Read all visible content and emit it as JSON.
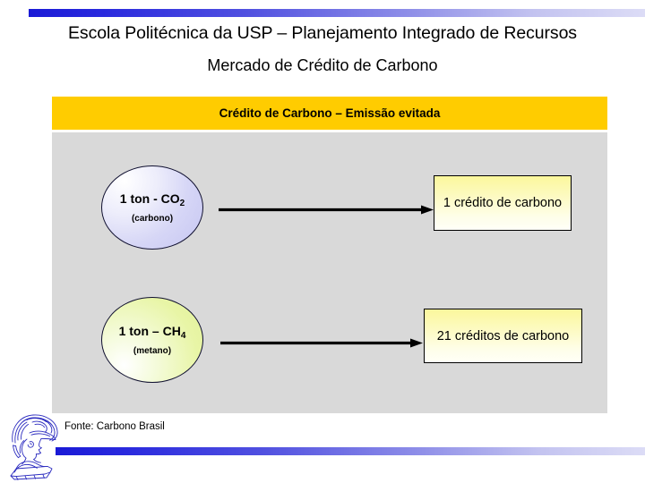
{
  "slide": {
    "title": "Escola Politécnica da USP – Planejamento Integrado de Recursos",
    "subtitle": "Mercado de Crédito de Carbono"
  },
  "diagram": {
    "band_label": "Crédito de Carbono – Emissão evitada",
    "nodes": [
      {
        "id": "co2",
        "amount": "1 ton - CO",
        "formula_sub": "2",
        "note": "(carbono)",
        "fill": "#ccccf2",
        "outline": "#101030"
      },
      {
        "id": "ch4",
        "amount": "1 ton – CH",
        "formula_sub": "4",
        "note": "(metano)",
        "fill": "#e8f5a6",
        "outline": "#101030"
      }
    ],
    "arrows": [
      {
        "id": "co2-to-credit",
        "direction": "right",
        "color": "#000000"
      },
      {
        "id": "ch4-to-credits",
        "direction": "right",
        "color": "#000000"
      }
    ],
    "credits": [
      {
        "id": "credit-1",
        "label": "1 crédito de carbono",
        "fill_top": "#fbf79c",
        "fill_bottom": "#fffff8"
      },
      {
        "id": "credit-2",
        "label": "21 créditos de carbono",
        "fill_top": "#fbf79c",
        "fill_bottom": "#fffff8"
      }
    ],
    "band_color": "#ffcc00",
    "canvas_color": "#d9d9d9"
  },
  "footer": {
    "source": "Fonte: Carbono Brasil",
    "logo_name": "escola-politecnica-usp-minerva-logo",
    "logo_color": "#2b2bbf"
  },
  "decoration": {
    "rule_start_color": "#1a1ad6",
    "rule_end_color": "#dcdcf6"
  }
}
